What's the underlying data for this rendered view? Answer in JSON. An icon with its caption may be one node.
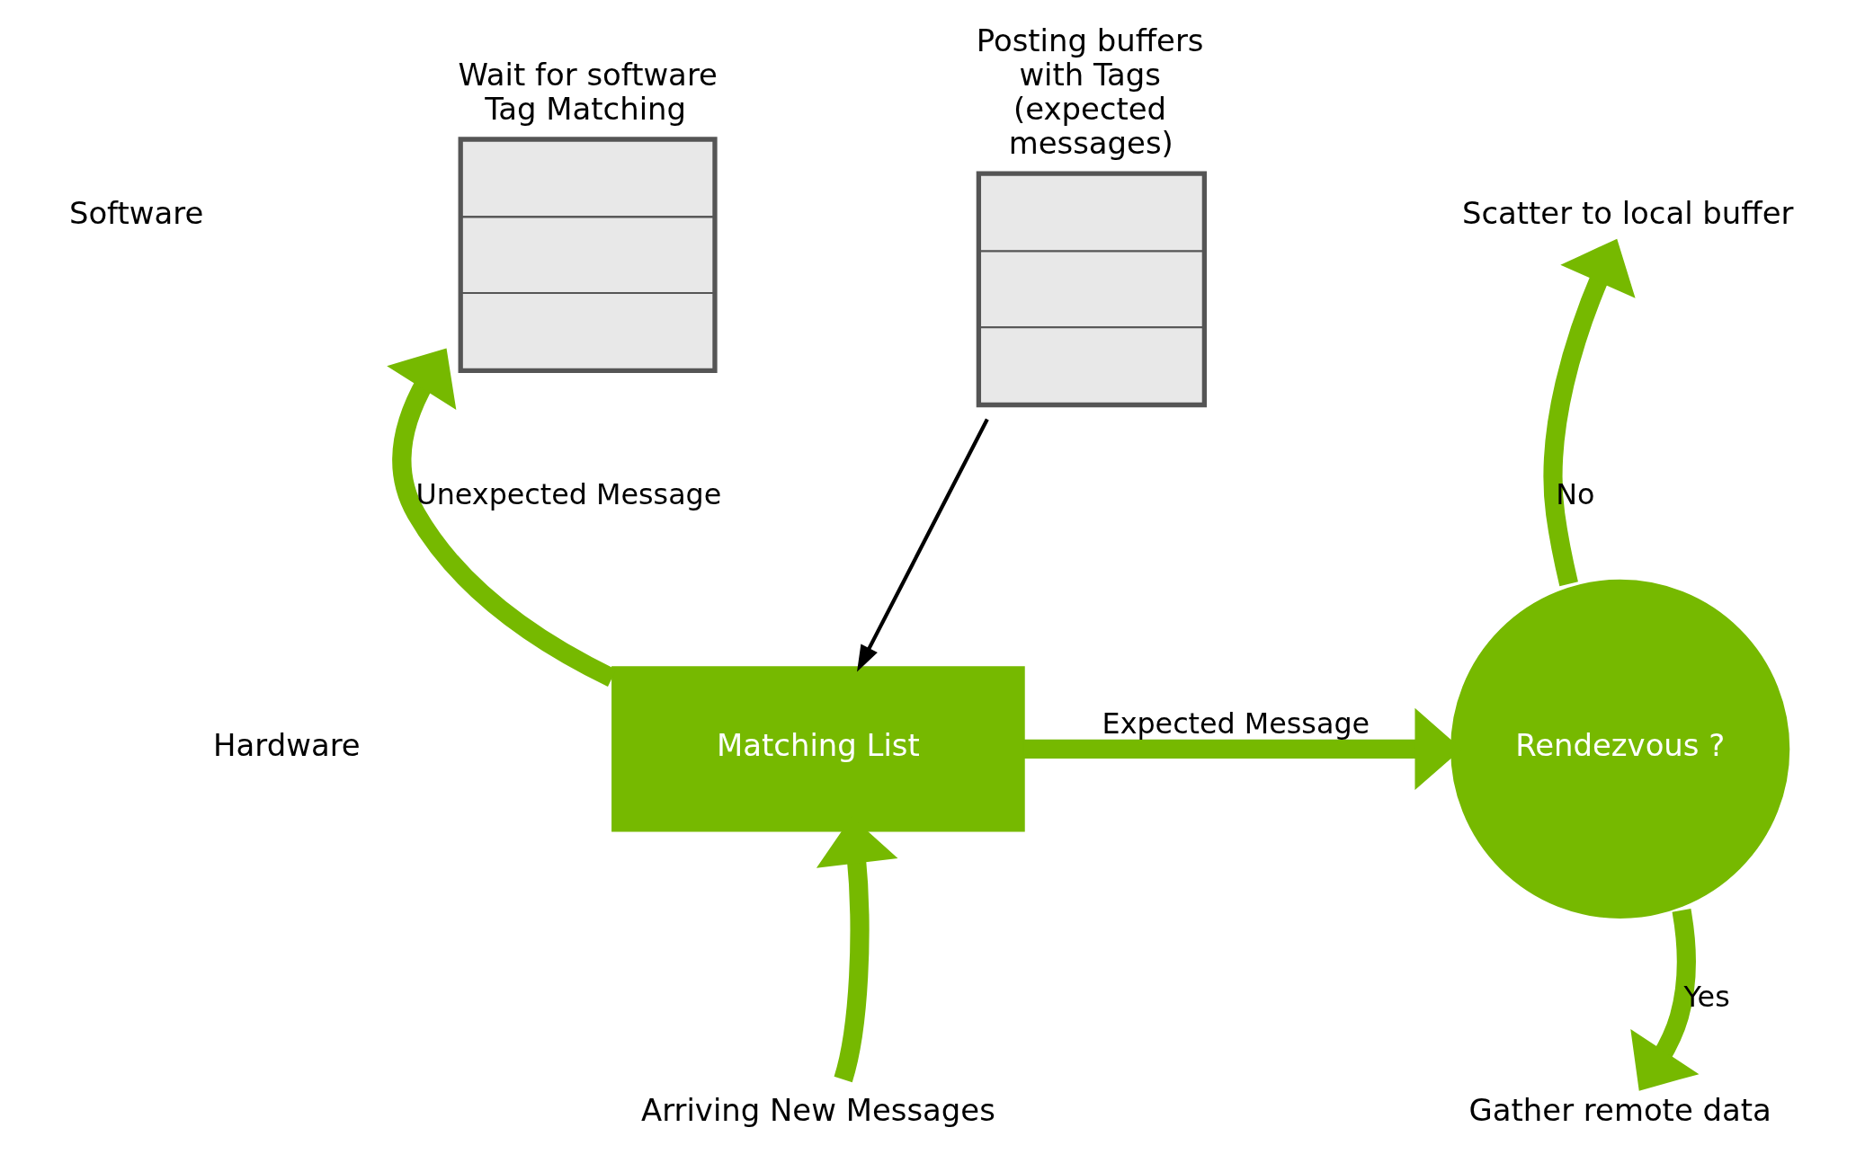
{
  "diagram": {
    "nodes": [
      {
        "text": [
          "Wait for software Tag Matching"
        ]
      },
      {
        "text": [
          "Posting buffers with Tags (expected messages)"
        ]
      },
      {
        "text": [
          "Matching List"
        ]
      },
      {
        "text": [
          "Rendezvous ?"
        ]
      },
      {
        "text": [
          "Scatter to local buffer"
        ]
      },
      {
        "text": [
          "Gather remote data"
        ]
      },
      {
        "text": [
          "Arriving New Messages"
        ]
      }
    ],
    "edges": [
      {
        "from": 6,
        "to": 2,
        "arrow": "to"
      },
      {
        "from": 2,
        "to": 0,
        "arrow": "to",
        "label": "Unexpected Message"
      },
      {
        "from": 1,
        "to": 2,
        "arrow": "to",
        "color": "#000000"
      },
      {
        "from": 2,
        "to": 3,
        "arrow": "to",
        "label": "Expected Message"
      },
      {
        "from": 3,
        "to": 4,
        "arrow": "to",
        "label": "No"
      },
      {
        "from": 3,
        "to": 5,
        "arrow": "to",
        "label": "Yes"
      }
    ],
    "labels": [
      "Software",
      "Hardware"
    ]
  }
}
